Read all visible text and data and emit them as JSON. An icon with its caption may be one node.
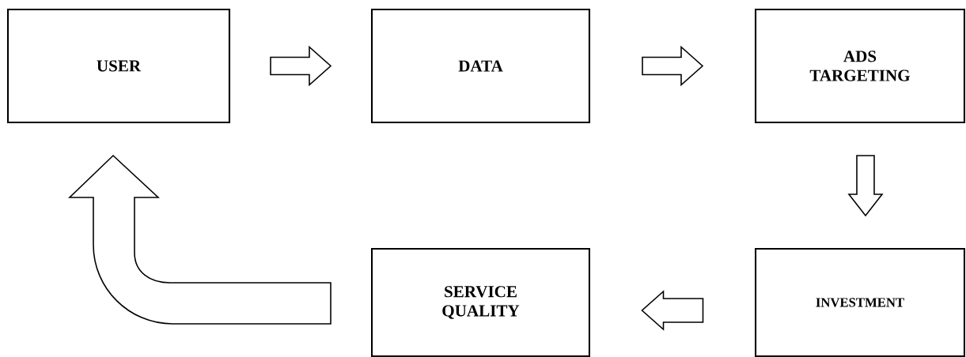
{
  "diagram": {
    "nodes": [
      {
        "text": [
          "USER"
        ]
      },
      {
        "text": [
          "DATA"
        ]
      },
      {
        "text": [
          "ADS TARGETING"
        ]
      },
      {
        "text": [
          "INVESTMENT"
        ]
      },
      {
        "text": [
          "SERVICE QUALITY"
        ]
      }
    ],
    "edges": [
      {
        "from": 0,
        "to": 1,
        "arrow": "to"
      },
      {
        "from": 1,
        "to": 2,
        "arrow": "to"
      },
      {
        "from": 2,
        "to": 3,
        "arrow": "to"
      },
      {
        "from": 3,
        "to": 4,
        "arrow": "to"
      },
      {
        "from": 4,
        "to": 0,
        "arrow": "to"
      }
    ]
  }
}
